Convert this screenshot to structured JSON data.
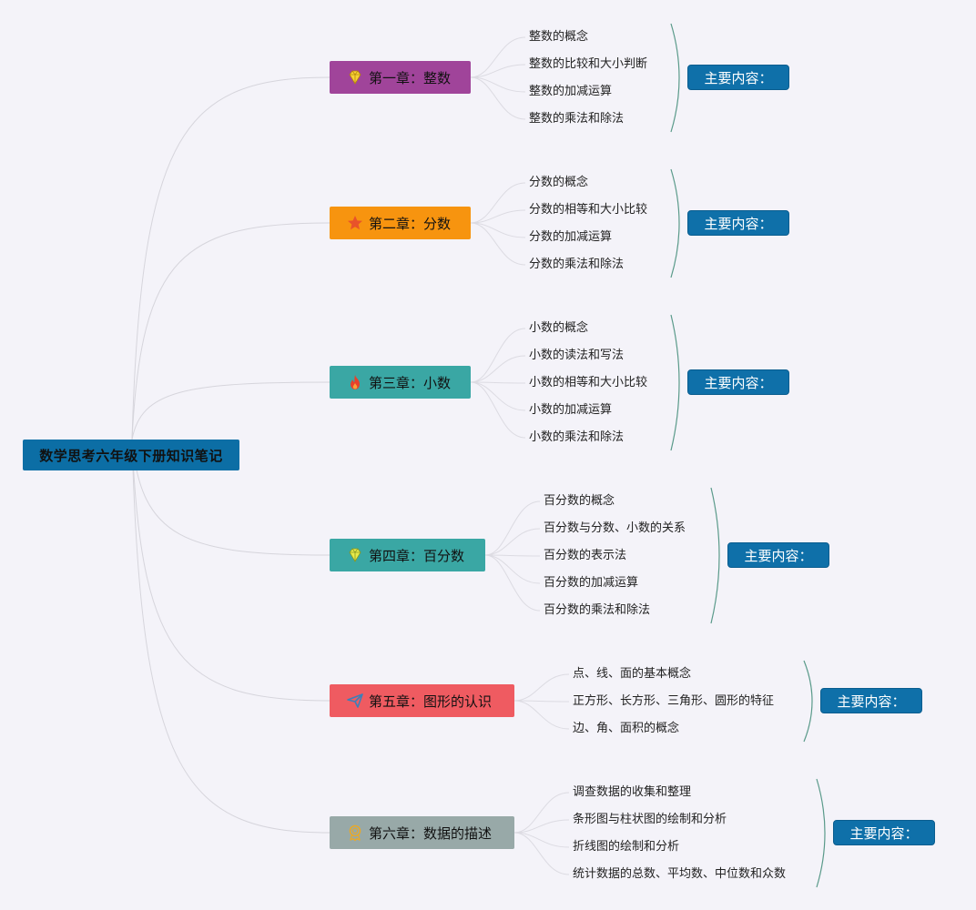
{
  "root": {
    "label": "数学思考六年级下册知识笔记"
  },
  "colors": {
    "ch1": "#a0449a",
    "ch2": "#f7940f",
    "ch3": "#3aa7a4",
    "ch4": "#3aa7a4",
    "ch5": "#ef5b61",
    "ch6": "#98a9a8",
    "summary": "#0f70a9",
    "root": "#0c6ea5"
  },
  "chapters": [
    {
      "label": "第一章：整数",
      "icon": "diamond-icon",
      "topics": [
        "整数的概念",
        "整数的比较和大小判断",
        "整数的加减运算",
        "整数的乘法和除法"
      ],
      "summary": "主要内容："
    },
    {
      "label": "第二章：分数",
      "icon": "star-icon",
      "topics": [
        "分数的概念",
        "分数的相等和大小比较",
        "分数的加减运算",
        "分数的乘法和除法"
      ],
      "summary": "主要内容："
    },
    {
      "label": "第三章：小数",
      "icon": "flame-icon",
      "topics": [
        "小数的概念",
        "小数的读法和写法",
        "小数的相等和大小比较",
        "小数的加减运算",
        "小数的乘法和除法"
      ],
      "summary": "主要内容："
    },
    {
      "label": "第四章：百分数",
      "icon": "diamond-icon",
      "topics": [
        "百分数的概念",
        "百分数与分数、小数的关系",
        "百分数的表示法",
        "百分数的加减运算",
        "百分数的乘法和除法"
      ],
      "summary": "主要内容："
    },
    {
      "label": "第五章：图形的认识",
      "icon": "paper-plane-icon",
      "topics": [
        "点、线、面的基本概念",
        "正方形、长方形、三角形、圆形的特征",
        "边、角、面积的概念"
      ],
      "summary": "主要内容："
    },
    {
      "label": "第六章：数据的描述",
      "icon": "award-icon",
      "topics": [
        "调查数据的收集和整理",
        "条形图与柱状图的绘制和分析",
        "折线图的绘制和分析",
        "统计数据的总数、平均数、中位数和众数"
      ],
      "summary": "主要内容："
    }
  ]
}
